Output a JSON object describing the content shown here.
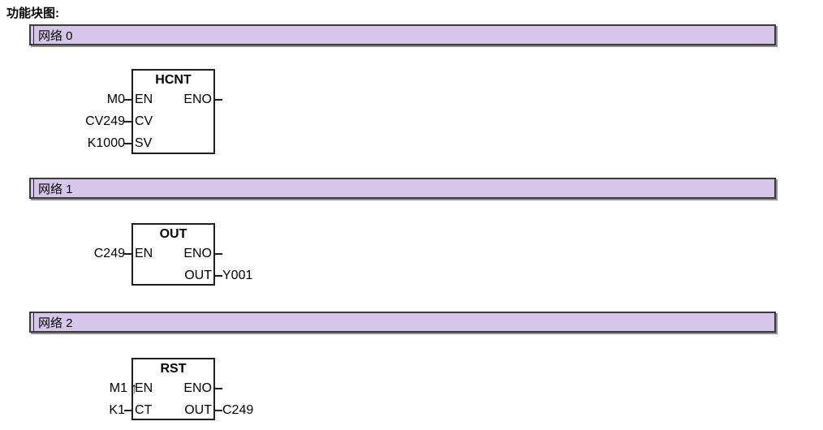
{
  "page": {
    "title": "功能块图:"
  },
  "colors": {
    "network_bar_fill": "#D6C7EA",
    "network_bar_border": "#3B3B3B",
    "network_bar_shadow": "#8E8E8E",
    "block_border": "#1F1F1F",
    "text": "#000000",
    "background": "#FFFFFF"
  },
  "networks": [
    {
      "label": "网络 0",
      "block": {
        "title": "HCNT",
        "inputs": [
          {
            "operand": "M0",
            "pin": "EN"
          },
          {
            "operand": "CV249",
            "pin": "CV"
          },
          {
            "operand": "K1000",
            "pin": "SV"
          }
        ],
        "outputs": [
          {
            "pin": "ENO",
            "operand": ""
          }
        ]
      }
    },
    {
      "label": "网络 1",
      "block": {
        "title": "OUT",
        "inputs": [
          {
            "operand": "C249",
            "pin": "EN"
          }
        ],
        "outputs": [
          {
            "pin": "ENO",
            "operand": ""
          },
          {
            "pin": "OUT",
            "operand": "Y001"
          }
        ]
      }
    },
    {
      "label": "网络 2",
      "block": {
        "title": "RST",
        "inputs": [
          {
            "operand": "M1",
            "pin": "EN",
            "edge_marker": "↑"
          },
          {
            "operand": "K1",
            "pin": "CT"
          }
        ],
        "outputs": [
          {
            "pin": "ENO",
            "operand": ""
          },
          {
            "pin": "OUT",
            "operand": "C249"
          }
        ]
      }
    }
  ]
}
